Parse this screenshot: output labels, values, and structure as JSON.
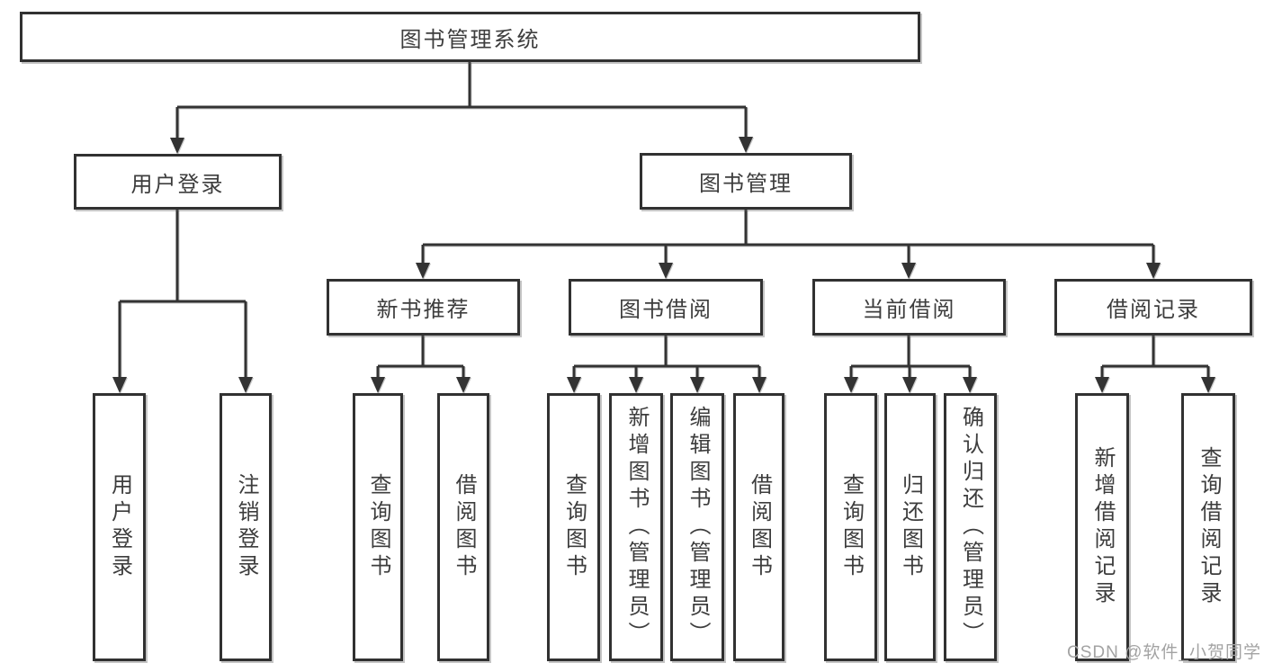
{
  "diagram": {
    "title": "图书管理系统",
    "level2": {
      "user_login": "用户登录",
      "book_mgmt": "图书管理"
    },
    "level3": {
      "new_book_rec": "新书推荐",
      "book_borrow": "图书借阅",
      "current_borrow": "当前借阅",
      "borrow_records": "借阅记录"
    },
    "leaves": {
      "user_login": {
        "login": "用户登录",
        "logout": "注销登录"
      },
      "new_book_rec": {
        "query": "查询图书",
        "borrow": "借阅图书"
      },
      "book_borrow": {
        "query": "查询图书",
        "add": "新增图书（管理员）",
        "edit": "编辑图书（管理员）",
        "borrow": "借阅图书"
      },
      "current_borrow": {
        "query": "查询图书",
        "return": "归还图书",
        "confirm": "确认归还（管理员）"
      },
      "borrow_records": {
        "add": "新增借阅记录",
        "query": "查询借阅记录"
      }
    }
  },
  "watermark": "CSDN @软件_小贺同学",
  "colors": {
    "line": "#333333",
    "border": "#313131",
    "text": "#3d3d3d",
    "background": "#ffffff",
    "watermark": "#a3a3a3"
  }
}
